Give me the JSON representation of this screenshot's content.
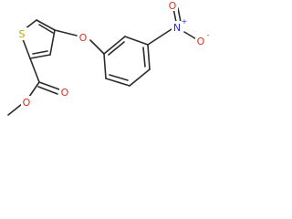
{
  "molecule": {
    "atoms": {
      "sulfur": "S",
      "ether_oxygen": "O",
      "carbonyl_oxygen": "O",
      "ester_oxygen": "O",
      "nitro_nitrogen": "N",
      "nitro_nitrogen_charge": "+",
      "nitro_oxygen_double": "O",
      "nitro_oxygen_single": "O",
      "nitro_oxygen_single_charge": "-"
    },
    "colors": {
      "bond": "#2b2b2b",
      "sulfur": "#b8a800",
      "oxygen": "#e0301e",
      "nitrogen": "#2b2bdc"
    }
  }
}
